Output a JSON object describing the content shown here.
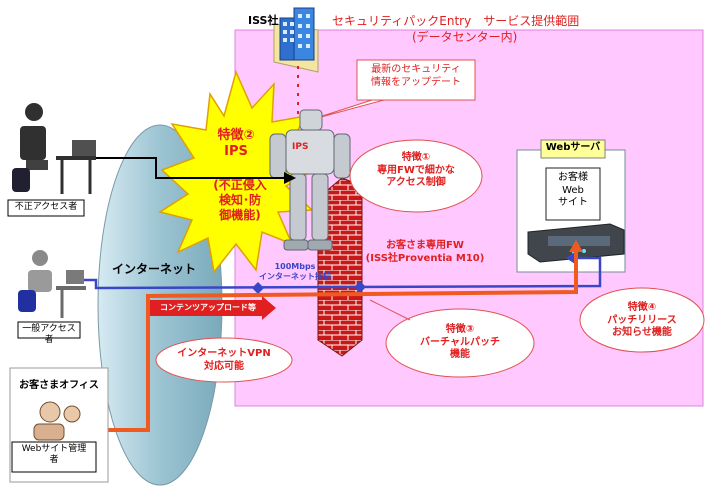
{
  "header": {
    "company": "ISS社",
    "title": "セキュリティパックEntry　サービス提供範囲",
    "subtitle": "(データセンター内)"
  },
  "callout": {
    "text": "最新のセキュリティ\n情報をアップデート"
  },
  "features": {
    "f1": "特徴①\n専用FWで細かな\nアクセス制御",
    "f2_title": "特徴②\nIPS",
    "f2_detail": "(不正侵入\n検知･防\n御機能)",
    "f3": "特徴③\nバーチャルパッチ\n機能",
    "f4": "特徴④\nパッチリリース\nお知らせ機能"
  },
  "ips_label": "IPS",
  "firewall_label": "お客さま専用FW\n(ISS社Proventia M10)",
  "internet": {
    "label": "インターネット",
    "speed": "100Mbps\nインターネット接続"
  },
  "vpn": "インターネットVPN\n対応可能",
  "content_upload": "コンテンツアップロード等",
  "web_server": {
    "title": "Webサーバ",
    "site": "お客様\nWeb\nサイト"
  },
  "actors": {
    "illegal": "不正アクセス者",
    "general": "一般アクセス者",
    "office_title": "お客さまオフィス",
    "admin": "Webサイト管理\n者"
  },
  "colors": {
    "pink_zone": "#ffc8ff",
    "explosion": "#ffff00",
    "feature_red": "#e02020",
    "blue_line": "#3a46c8",
    "orange_line": "#f05a20",
    "globe": "#a8ccd8"
  }
}
